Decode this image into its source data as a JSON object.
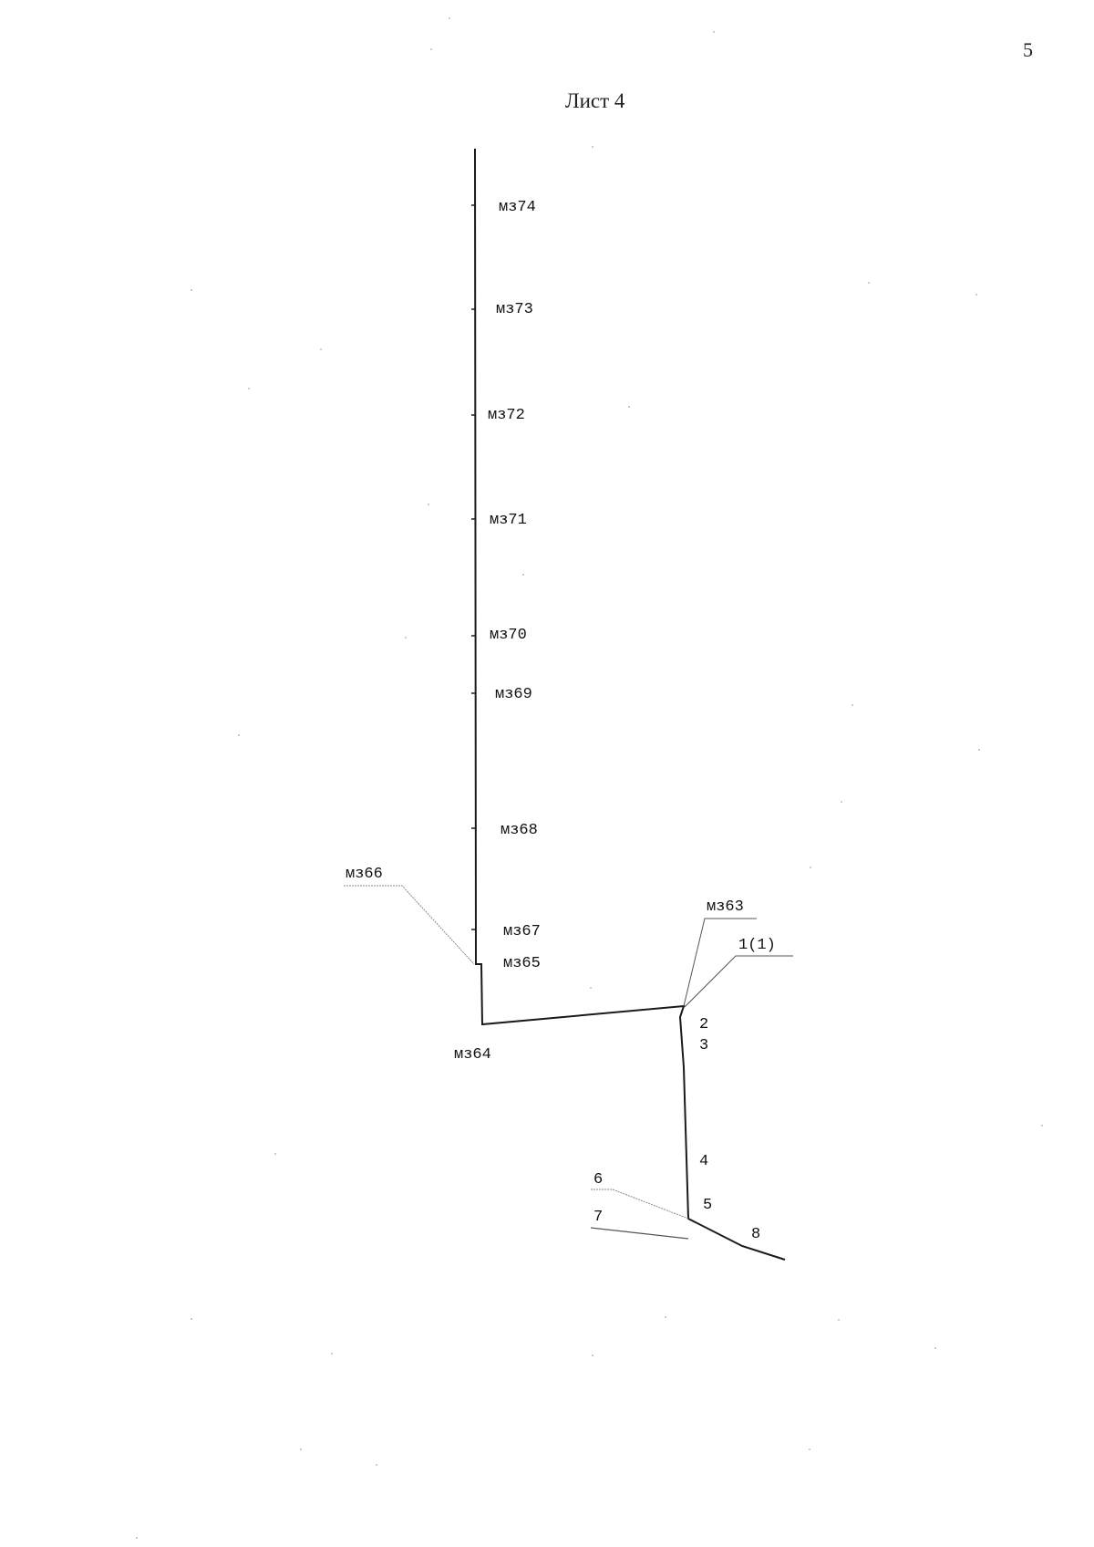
{
  "page_number": "5",
  "sheet_title": "Лист 4",
  "labels": {
    "mz74": "мз74",
    "mz73": "мз73",
    "mz72": "мз72",
    "mz71": "мз71",
    "mz70": "мз70",
    "mz69": "мз69",
    "mz68": "мз68",
    "mz67": "мз67",
    "mz66": "мз66",
    "mz65": "мз65",
    "mz64": "мз64",
    "mz63": "мз63",
    "p1": "1(1)",
    "p2": "2",
    "p3": "3",
    "p4": "4",
    "p5": "5",
    "p6": "6",
    "p7": "7",
    "p8": "8"
  },
  "colors": {
    "line": "#1a1a1a",
    "leader": "#8a8a8a"
  }
}
